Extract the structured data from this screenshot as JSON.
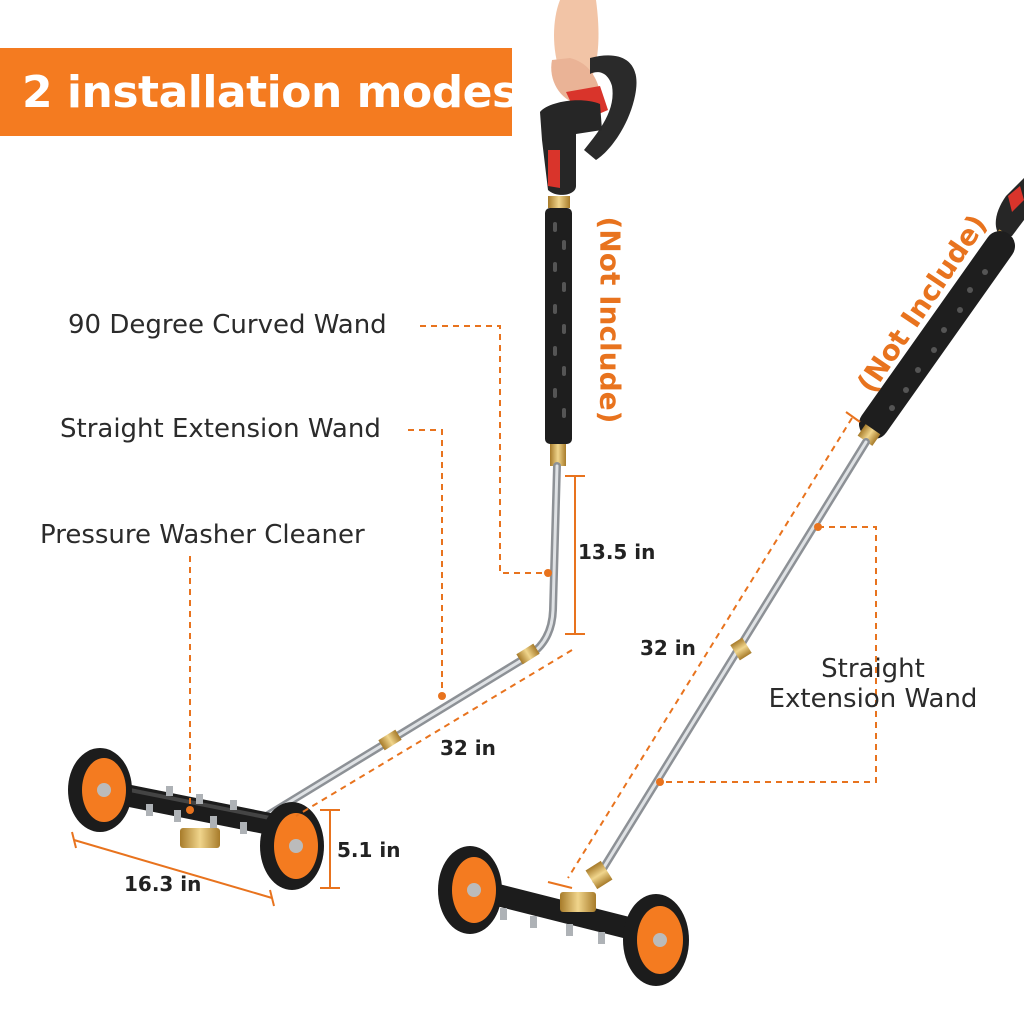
{
  "banner": {
    "title": "2 installation modes",
    "bg_color": "#F47B20",
    "text_color": "#FFFFFF"
  },
  "colors": {
    "accent": "#E8731E",
    "wheel_orange": "#F47B20",
    "tube_black": "#1c1c1c",
    "wand_silver": "#b8bcc0",
    "brass": "#c9a24a",
    "gun_red": "#d9342b"
  },
  "left_mode": {
    "labels": {
      "curved_wand": "90 Degree Curved Wand",
      "straight_wand": "Straight Extension Wand",
      "cleaner": "Pressure Washer Cleaner"
    },
    "not_include": "(Not Include)",
    "dimensions": {
      "vertical": "13.5 in",
      "diagonal": "32 in",
      "width": "16.3 in",
      "height": "5.1 in"
    }
  },
  "right_mode": {
    "not_include": "(Not Include)",
    "label_line1": "Straight",
    "label_line2": "Extension Wand",
    "dimensions": {
      "length": "32 in"
    }
  },
  "icons": [
    "spray-gun-icon",
    "wheel-icon"
  ]
}
